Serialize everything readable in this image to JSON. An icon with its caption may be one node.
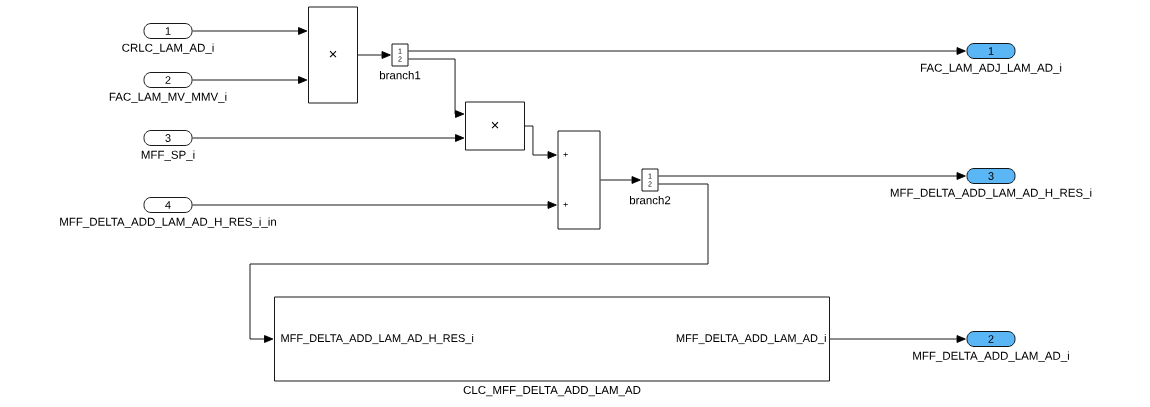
{
  "diagram": {
    "nodes": [
      {
        "text": [
          "1"
        ],
        "beside": [
          "CRLC_LAM_AD_i"
        ]
      },
      {
        "text": [
          "2"
        ],
        "beside": [
          "FAC_LAM_MV_MMV_i"
        ]
      },
      {
        "text": [
          "3"
        ],
        "beside": [
          "MFF_SP_i"
        ]
      },
      {
        "text": [
          "4"
        ],
        "beside": [
          "MFF_DELTA_ADD_LAM_AD_H_RES_i_in"
        ]
      },
      {
        "text": [
          "×"
        ]
      },
      {
        "text": [
          "1",
          "2"
        ],
        "beside": [
          "branch1"
        ]
      },
      {
        "text": [
          "×"
        ]
      },
      {
        "text": [
          "+",
          "+"
        ]
      },
      {
        "text": [
          "1",
          "2"
        ],
        "beside": [
          "branch2"
        ]
      },
      {
        "text": [
          "MFF_DELTA_ADD_LAM_AD_H_RES_i",
          "MFF_DELTA_ADD_LAM_AD_i"
        ],
        "beside": [
          "CLC_MFF_DELTA_ADD_LAM_AD"
        ]
      },
      {
        "text": [
          "1"
        ],
        "beside": [
          "FAC_LAM_ADJ_LAM_AD_i"
        ]
      },
      {
        "text": [
          "3"
        ],
        "beside": [
          "MFF_DELTA_ADD_LAM_AD_H_RES_i"
        ]
      },
      {
        "text": [
          "2"
        ],
        "beside": [
          "MFF_DELTA_ADD_LAM_AD_i"
        ]
      }
    ],
    "edges": [
      {
        "from": 0,
        "to": 4,
        "arrow": "to"
      },
      {
        "from": 1,
        "to": 4,
        "arrow": "to"
      },
      {
        "from": 4,
        "to": 5,
        "arrow": "to"
      },
      {
        "from": 5,
        "to": 10,
        "arrow": "to"
      },
      {
        "from": 5,
        "to": 6,
        "arrow": "to"
      },
      {
        "from": 2,
        "to": 6,
        "arrow": "to"
      },
      {
        "from": 6,
        "to": 7,
        "arrow": "to"
      },
      {
        "from": 3,
        "to": 7,
        "arrow": "to"
      },
      {
        "from": 7,
        "to": 8,
        "arrow": "to"
      },
      {
        "from": 8,
        "to": 11,
        "arrow": "to"
      },
      {
        "from": 8,
        "to": 9,
        "arrow": "to"
      },
      {
        "from": 9,
        "to": 12,
        "arrow": "to"
      }
    ]
  }
}
